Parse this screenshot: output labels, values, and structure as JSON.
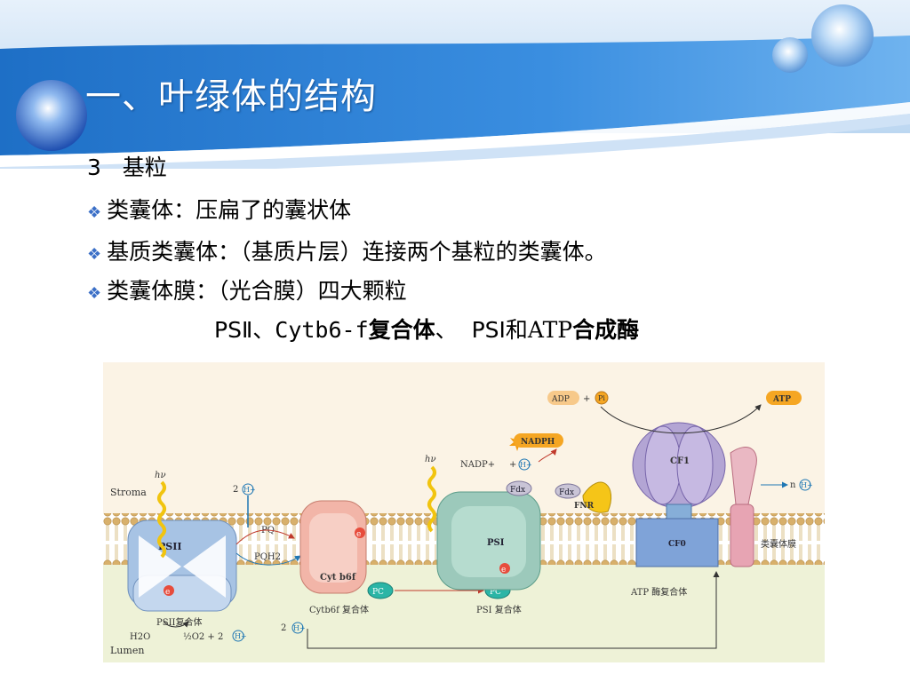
{
  "slide": {
    "title": "一、叶绿体的结构",
    "section_number": "3",
    "section_label": "基粒",
    "bullets": [
      "类囊体：压扁了的囊状体",
      "基质类囊体：（基质片层）连接两个基粒的类囊体。",
      "类囊体膜：（光合膜）四大颗粒"
    ],
    "complex_line": {
      "psii": "PSⅡ",
      "sep1": "、",
      "cytb6f": "Cytb6-f",
      "complex_word": "复合体",
      "sep2": "、",
      "psi": "PSⅠ",
      "and": "和",
      "atp": "ATP",
      "synthase": "合成酶"
    }
  },
  "diagram": {
    "stroma": "Stroma",
    "lumen": "Lumen",
    "thylakoid_membrane": "类囊体膜",
    "hv1": "hν",
    "hv2": "hν",
    "psii": "PSII",
    "psii_complex": "PSII复合体",
    "pq": "PQ",
    "pqh2": "PQH2",
    "cytb6f": "Cyt b6f",
    "cytb6f_complex": "Cytb6f 复合体",
    "pc1": "PC",
    "pc2": "PC",
    "psi": "PSI",
    "psi_complex": "PSI 复合体",
    "fdx1": "Fdx",
    "fdx2": "Fdx",
    "fnr": "FNR",
    "nadp": "NADP+",
    "nadph": "NADPH",
    "cf1": "CF1",
    "cf0": "CF0",
    "atp_synthase": "ATP 酶复合体",
    "adp": "ADP",
    "pi": "Pi",
    "atp": "ATP",
    "h_label": "H+",
    "two_h_stroma": "2",
    "two_h_lumen": "2",
    "n_h": "n",
    "plus": "+",
    "water": "H2O",
    "oxygen": "½O2 + 2"
  },
  "colors": {
    "title_text": "#ffffff",
    "bullet": "#3b6fc7",
    "header_blue": "#2f7fd3",
    "membrane": "#d9b97a",
    "stroma_bg": "#fbf3e5",
    "lumen_bg": "#eef2d7"
  }
}
